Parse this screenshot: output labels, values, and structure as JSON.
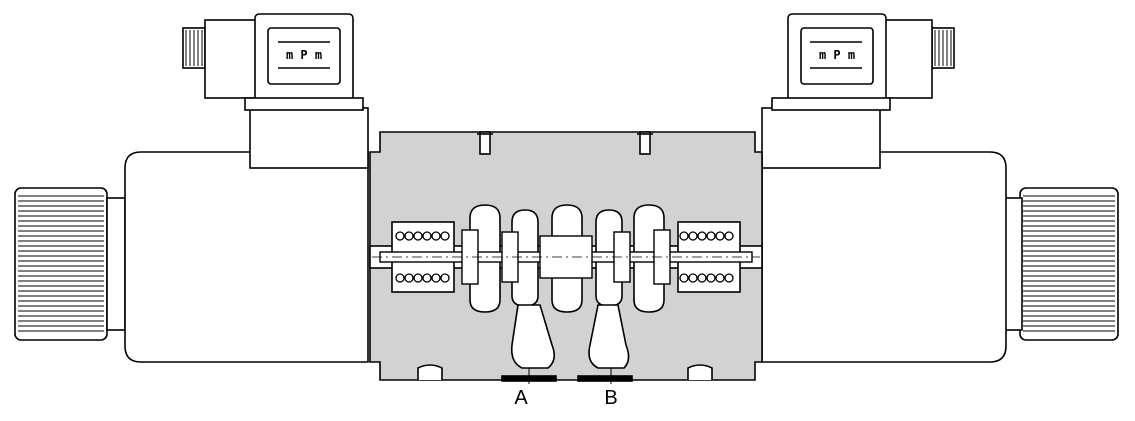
{
  "diagram": {
    "ports": {
      "a": "A",
      "b": "B"
    },
    "connector_left_logo": "m P m",
    "connector_right_logo": "m P m"
  },
  "colors": {
    "stroke": "#000000",
    "body_fill": "#d2d2d2",
    "cavity_fill": "#ffffff",
    "background": "#ffffff"
  }
}
